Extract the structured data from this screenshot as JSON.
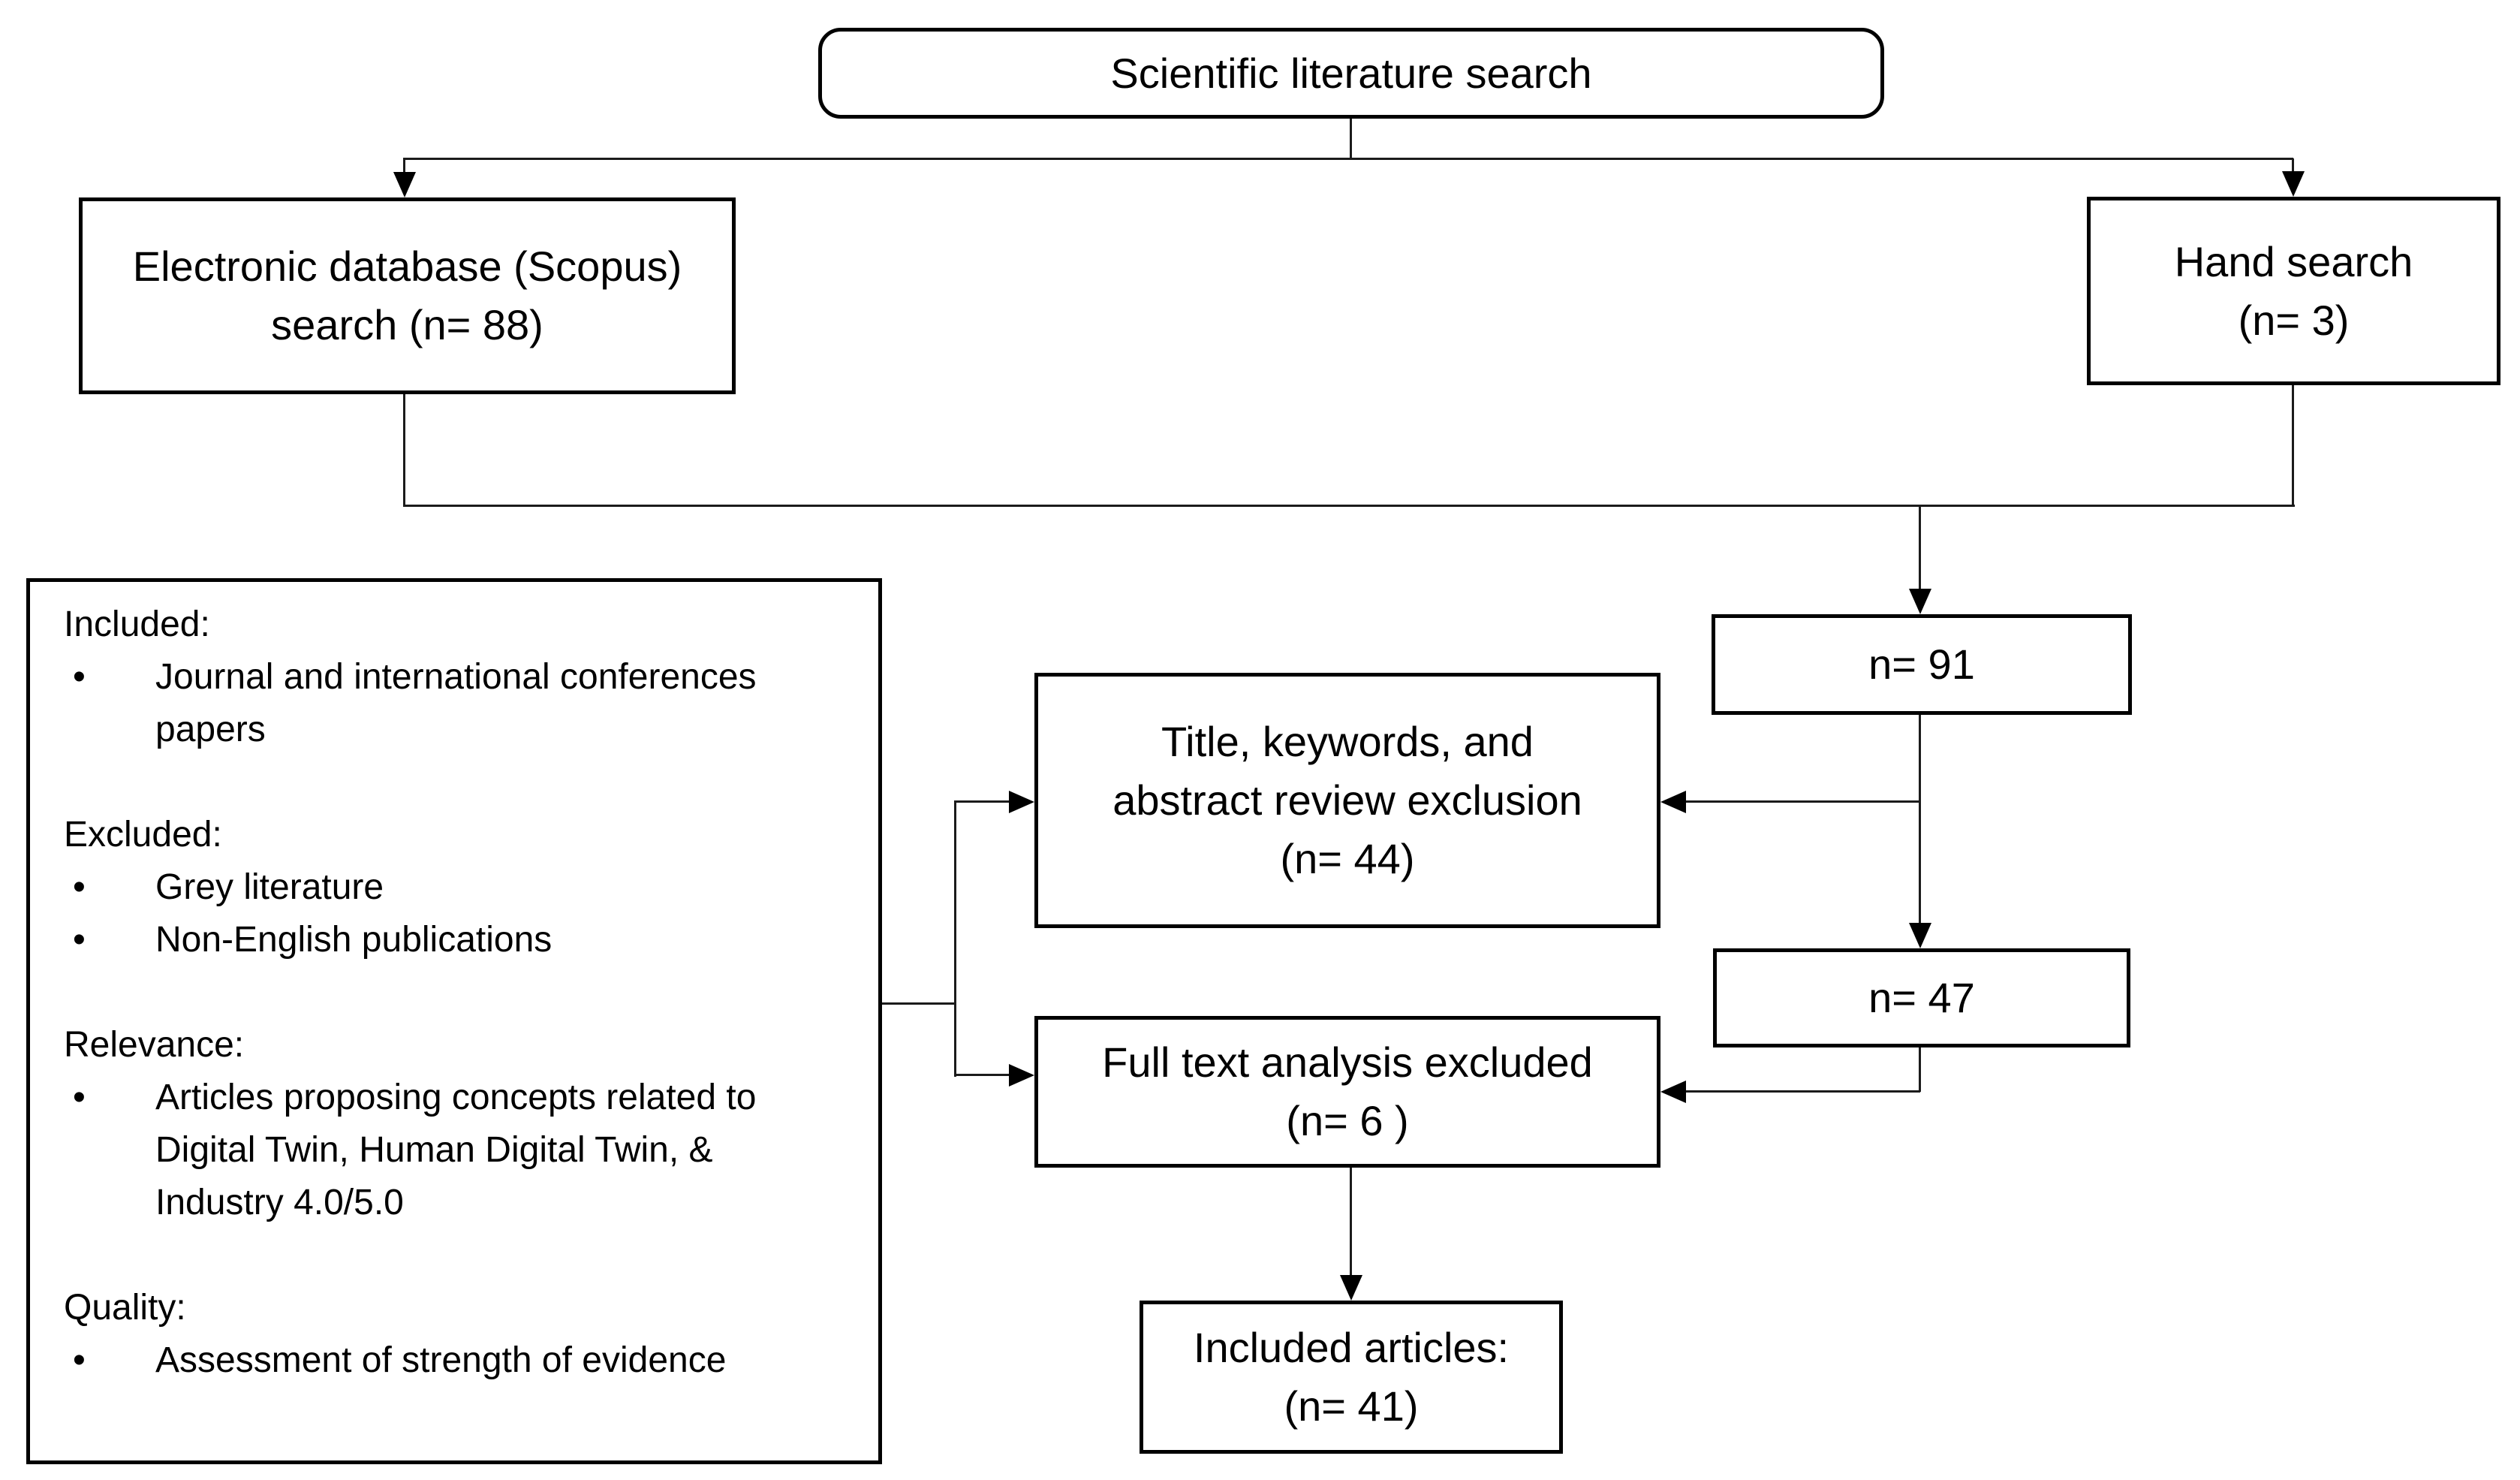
{
  "figure": {
    "background_color": "#ffffff",
    "line_color": "#000000",
    "kind": "literature-search-flowchart"
  },
  "nodes": {
    "scientific_search": {
      "label": "Scientific literature search"
    },
    "electronic_db": {
      "label": "Electronic database (Scopus)\nsearch (n= 88)"
    },
    "hand_search": {
      "label": "Hand search\n(n= 3)"
    },
    "n91": {
      "label": "n= 91"
    },
    "title_review": {
      "label": "Title, keywords, and\nabstract review exclusion\n(n= 44)"
    },
    "n47": {
      "label": "n= 47"
    },
    "full_text": {
      "label": "Full text analysis excluded\n(n= 6 )"
    },
    "included_articles": {
      "label": "Included articles:\n(n= 41)"
    }
  },
  "criteria": {
    "bullet_glyph": "•",
    "sections": [
      {
        "heading": "Included:",
        "items": [
          "Journal and international conferences\npapers"
        ]
      },
      {
        "heading": "Excluded:",
        "items": [
          "Grey literature",
          "Non-English publications"
        ]
      },
      {
        "heading": "Relevance:",
        "items": [
          "Articles proposing concepts related to\nDigital Twin, Human Digital Twin, &\nIndustry 4.0/5.0"
        ]
      },
      {
        "heading": "Quality:",
        "items": [
          "Assessment of strength of evidence"
        ]
      }
    ]
  }
}
